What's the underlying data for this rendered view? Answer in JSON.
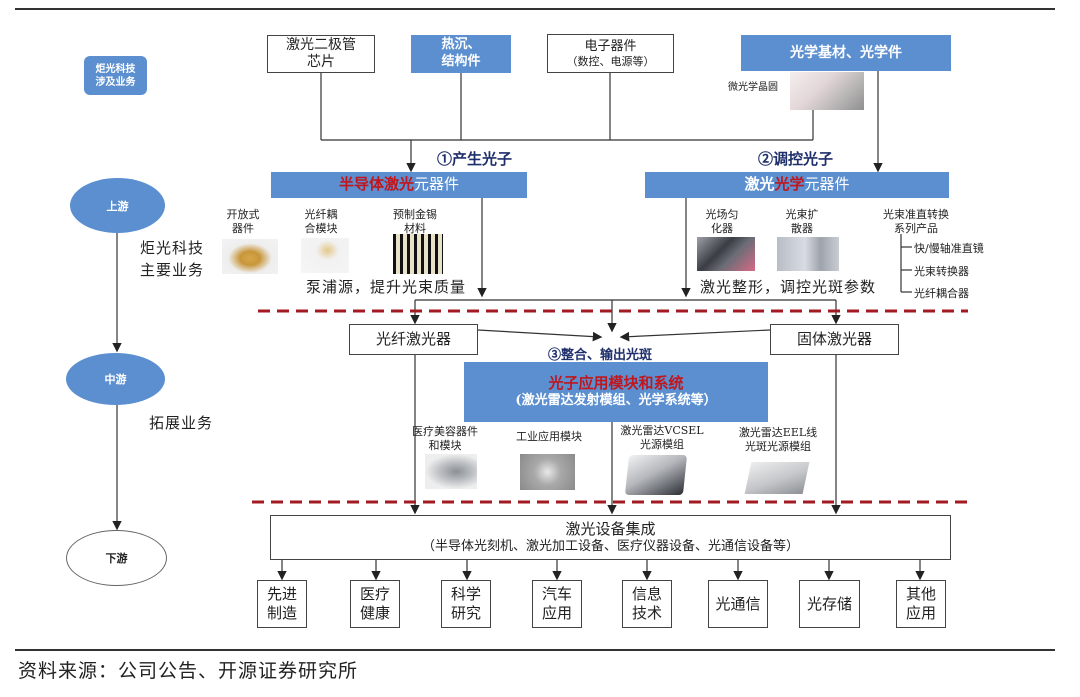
{
  "legend": {
    "badge": [
      "炬光科技",
      "涉及业务"
    ]
  },
  "chain": {
    "upstream": "上游",
    "midstream": "中游",
    "downstream": "下游",
    "main_business": [
      "炬光科技",
      "主要业务"
    ],
    "expand_business": "拓展业务"
  },
  "inputs": {
    "laser_diode": [
      "激光二极管",
      "芯片"
    ],
    "heatsink": [
      "热沉、",
      "结构件"
    ],
    "electronics": [
      "电子器件",
      "（数控、电源等）"
    ],
    "optical_materials": "光学基材、光学件",
    "micro_optics_wafer": "微光学晶圆"
  },
  "steps": {
    "step1": "①产生光子",
    "step2": "②调控光子",
    "step3": "③整合、输出光斑"
  },
  "semiconductor": {
    "title_red": "半导体激光",
    "title_rest": "元器件",
    "products": [
      {
        "label": [
          "开放式",
          "器件"
        ]
      },
      {
        "label": [
          "光纤耦",
          "合模块"
        ]
      },
      {
        "label": [
          "预制金锡",
          "材料"
        ]
      }
    ],
    "caption": "泵浦源，提升光束质量"
  },
  "optics": {
    "title_pre": "激光",
    "title_red": "光学",
    "title_rest": "元器件",
    "products": [
      {
        "label": [
          "光场匀",
          "化器"
        ]
      },
      {
        "label": [
          "光束扩",
          "散器"
        ]
      }
    ],
    "series_title": [
      "光束准直转换",
      "系列产品"
    ],
    "series_items": [
      "快/慢轴准直镜",
      "光束转换器",
      "光纤耦合器"
    ],
    "caption": "激光整形，调控光斑参数"
  },
  "lasers": {
    "fiber": "光纤激光器",
    "solid": "固体激光器"
  },
  "photonics": {
    "title": "光子应用模块和系统",
    "subtitle": "(激光雷达发射模组、光学系统等）",
    "modules": [
      {
        "label": [
          "医疗美容器件",
          "和模块"
        ]
      },
      {
        "label": [
          "工业应用模块"
        ]
      },
      {
        "label": [
          "激光雷达VCSEL",
          "光源模组"
        ]
      },
      {
        "label": [
          "激光雷达EEL线",
          "光斑光源模组"
        ]
      }
    ]
  },
  "integration": {
    "title": "激光设备集成",
    "subtitle": "（半导体光刻机、激光加工设备、医疗仪器设备、光通信设备等）"
  },
  "applications": [
    [
      "先进",
      "制造"
    ],
    [
      "医疗",
      "健康"
    ],
    [
      "科学",
      "研究"
    ],
    [
      "汽车",
      "应用"
    ],
    [
      "信息",
      "技术"
    ],
    [
      "光通信"
    ],
    [
      "光存储"
    ],
    [
      "其他",
      "应用"
    ]
  ],
  "source": "资料来源：公司公告、开源证券研究所",
  "colors": {
    "accent_blue": "#5b8fd0",
    "highlight_red": "#c0161d",
    "step_navy": "#1f2f6b",
    "divider_red": "#a31a22"
  }
}
